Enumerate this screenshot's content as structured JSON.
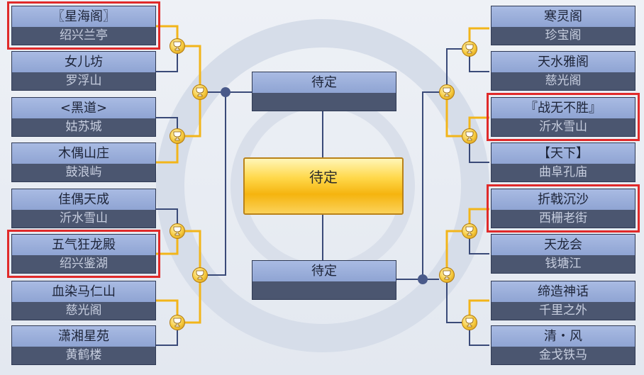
{
  "left_teams": [
    {
      "guild": "〖星海阁〗",
      "server": "绍兴兰亭",
      "highlight": true
    },
    {
      "guild": "女儿坊",
      "server": "罗浮山",
      "highlight": false
    },
    {
      "guild": "<黑道>",
      "server": "姑苏城",
      "highlight": false
    },
    {
      "guild": "木偶山庄",
      "server": "鼓浪屿",
      "highlight": false
    },
    {
      "guild": "佳偶天成",
      "server": "沂水雪山",
      "highlight": false
    },
    {
      "guild": "五气狂龙殿",
      "server": "绍兴鉴湖",
      "highlight": true
    },
    {
      "guild": "血染马仁山",
      "server": "慈光阁",
      "highlight": false
    },
    {
      "guild": "潇湘星苑",
      "server": "黄鹤楼",
      "highlight": false
    }
  ],
  "right_teams": [
    {
      "guild": "寒灵阁",
      "server": "珍宝阁",
      "highlight": false
    },
    {
      "guild": "天水雅阁",
      "server": "慈光阁",
      "highlight": false
    },
    {
      "guild": "『战无不胜』",
      "server": "沂水雪山",
      "highlight": true
    },
    {
      "guild": "【天下】",
      "server": "曲阜孔庙",
      "highlight": false
    },
    {
      "guild": "折戟沉沙",
      "server": "西栅老街",
      "highlight": true
    },
    {
      "guild": "天龙会",
      "server": "钱塘江",
      "highlight": false
    },
    {
      "guild": "缔造神话",
      "server": "千里之外",
      "highlight": false
    },
    {
      "guild": "清・风",
      "server": "金戈铁马",
      "highlight": false
    }
  ],
  "semifinal_top": {
    "label": "待定"
  },
  "semifinal_bottom": {
    "label": "待定"
  },
  "final": {
    "label": "待定"
  },
  "colors": {
    "gold_line": "#f2b51a",
    "navy_line": "#3a4a78",
    "highlight": "#e02a2a"
  }
}
